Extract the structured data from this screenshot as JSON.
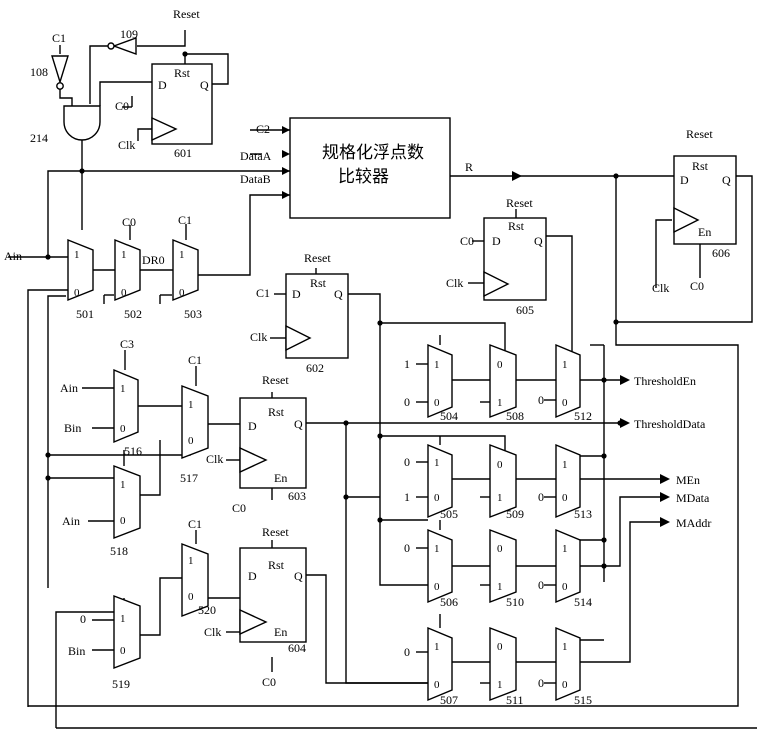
{
  "comparator": {
    "line1": "规格化浮点数",
    "line2": "比较器"
  },
  "signals": {
    "reset": "Reset",
    "rst": "Rst",
    "clk": "Clk",
    "d": "D",
    "q": "Q",
    "en": "En",
    "c0": "C0",
    "c1": "C1",
    "c2": "C2",
    "c3": "C3",
    "ain": "Ain",
    "bin": "Bin",
    "dataA": "DataA",
    "dataB": "DataB",
    "r": "R",
    "dr0": "DR0",
    "one": "1",
    "zero": "0"
  },
  "outputs": [
    "ThresholdEn",
    "ThresholdData",
    "MEn",
    "MData",
    "MAddr"
  ],
  "refs": {
    "g108": "108",
    "g109": "109",
    "g214": "214",
    "m501": "501",
    "m502": "502",
    "m503": "503",
    "f601": "601",
    "f602": "602",
    "f603": "603",
    "f604": "604",
    "f605": "605",
    "f606": "606",
    "m504": "504",
    "m505": "505",
    "m506": "506",
    "m507": "507",
    "m508": "508",
    "m509": "509",
    "m510": "510",
    "m511": "511",
    "m512": "512",
    "m513": "513",
    "m514": "514",
    "m515": "515",
    "m516": "516",
    "m517": "517",
    "m518": "518",
    "m519": "519",
    "m520": "520"
  }
}
